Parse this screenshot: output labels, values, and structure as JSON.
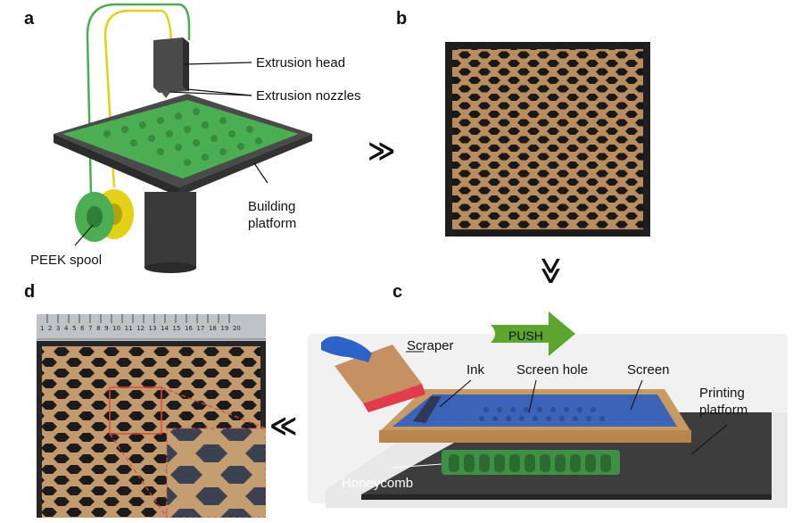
{
  "panels": {
    "a": {
      "letter": "a",
      "labels": {
        "extrusion_head": "Extrusion head",
        "extrusion_nozzles": "Extrusion nozzles",
        "building_platform_1": "Building",
        "building_platform_2": "platform",
        "peek_spool": "PEEK spool"
      }
    },
    "b": {
      "letter": "b"
    },
    "c": {
      "letter": "c",
      "labels": {
        "push": "PUSH",
        "scraper": "Scraper",
        "ink": "Ink",
        "screen_hole": "Screen hole",
        "screen": "Screen",
        "printing_platform_1": "Printing",
        "printing_platform_2": "platform",
        "honeycomb": "Honeycomb"
      }
    },
    "d": {
      "letter": "d",
      "ruler_marks": [
        "1",
        "2",
        "3",
        "4",
        "5",
        "6",
        "7",
        "8",
        "9",
        "10",
        "11",
        "12",
        "13",
        "14",
        "15",
        "16",
        "17",
        "18",
        "19",
        "20"
      ]
    }
  },
  "arrows": {
    "a_to_b": "≫",
    "b_to_c": "≫",
    "c_to_d": "≪"
  },
  "colors": {
    "peek_green": "#4cae52",
    "yellow_filament": "#e2d117",
    "wood": "#c79a63",
    "screen_blue": "#3b64b8",
    "push_green": "#5aa62e",
    "platform_dark": "#3a3a3a"
  }
}
